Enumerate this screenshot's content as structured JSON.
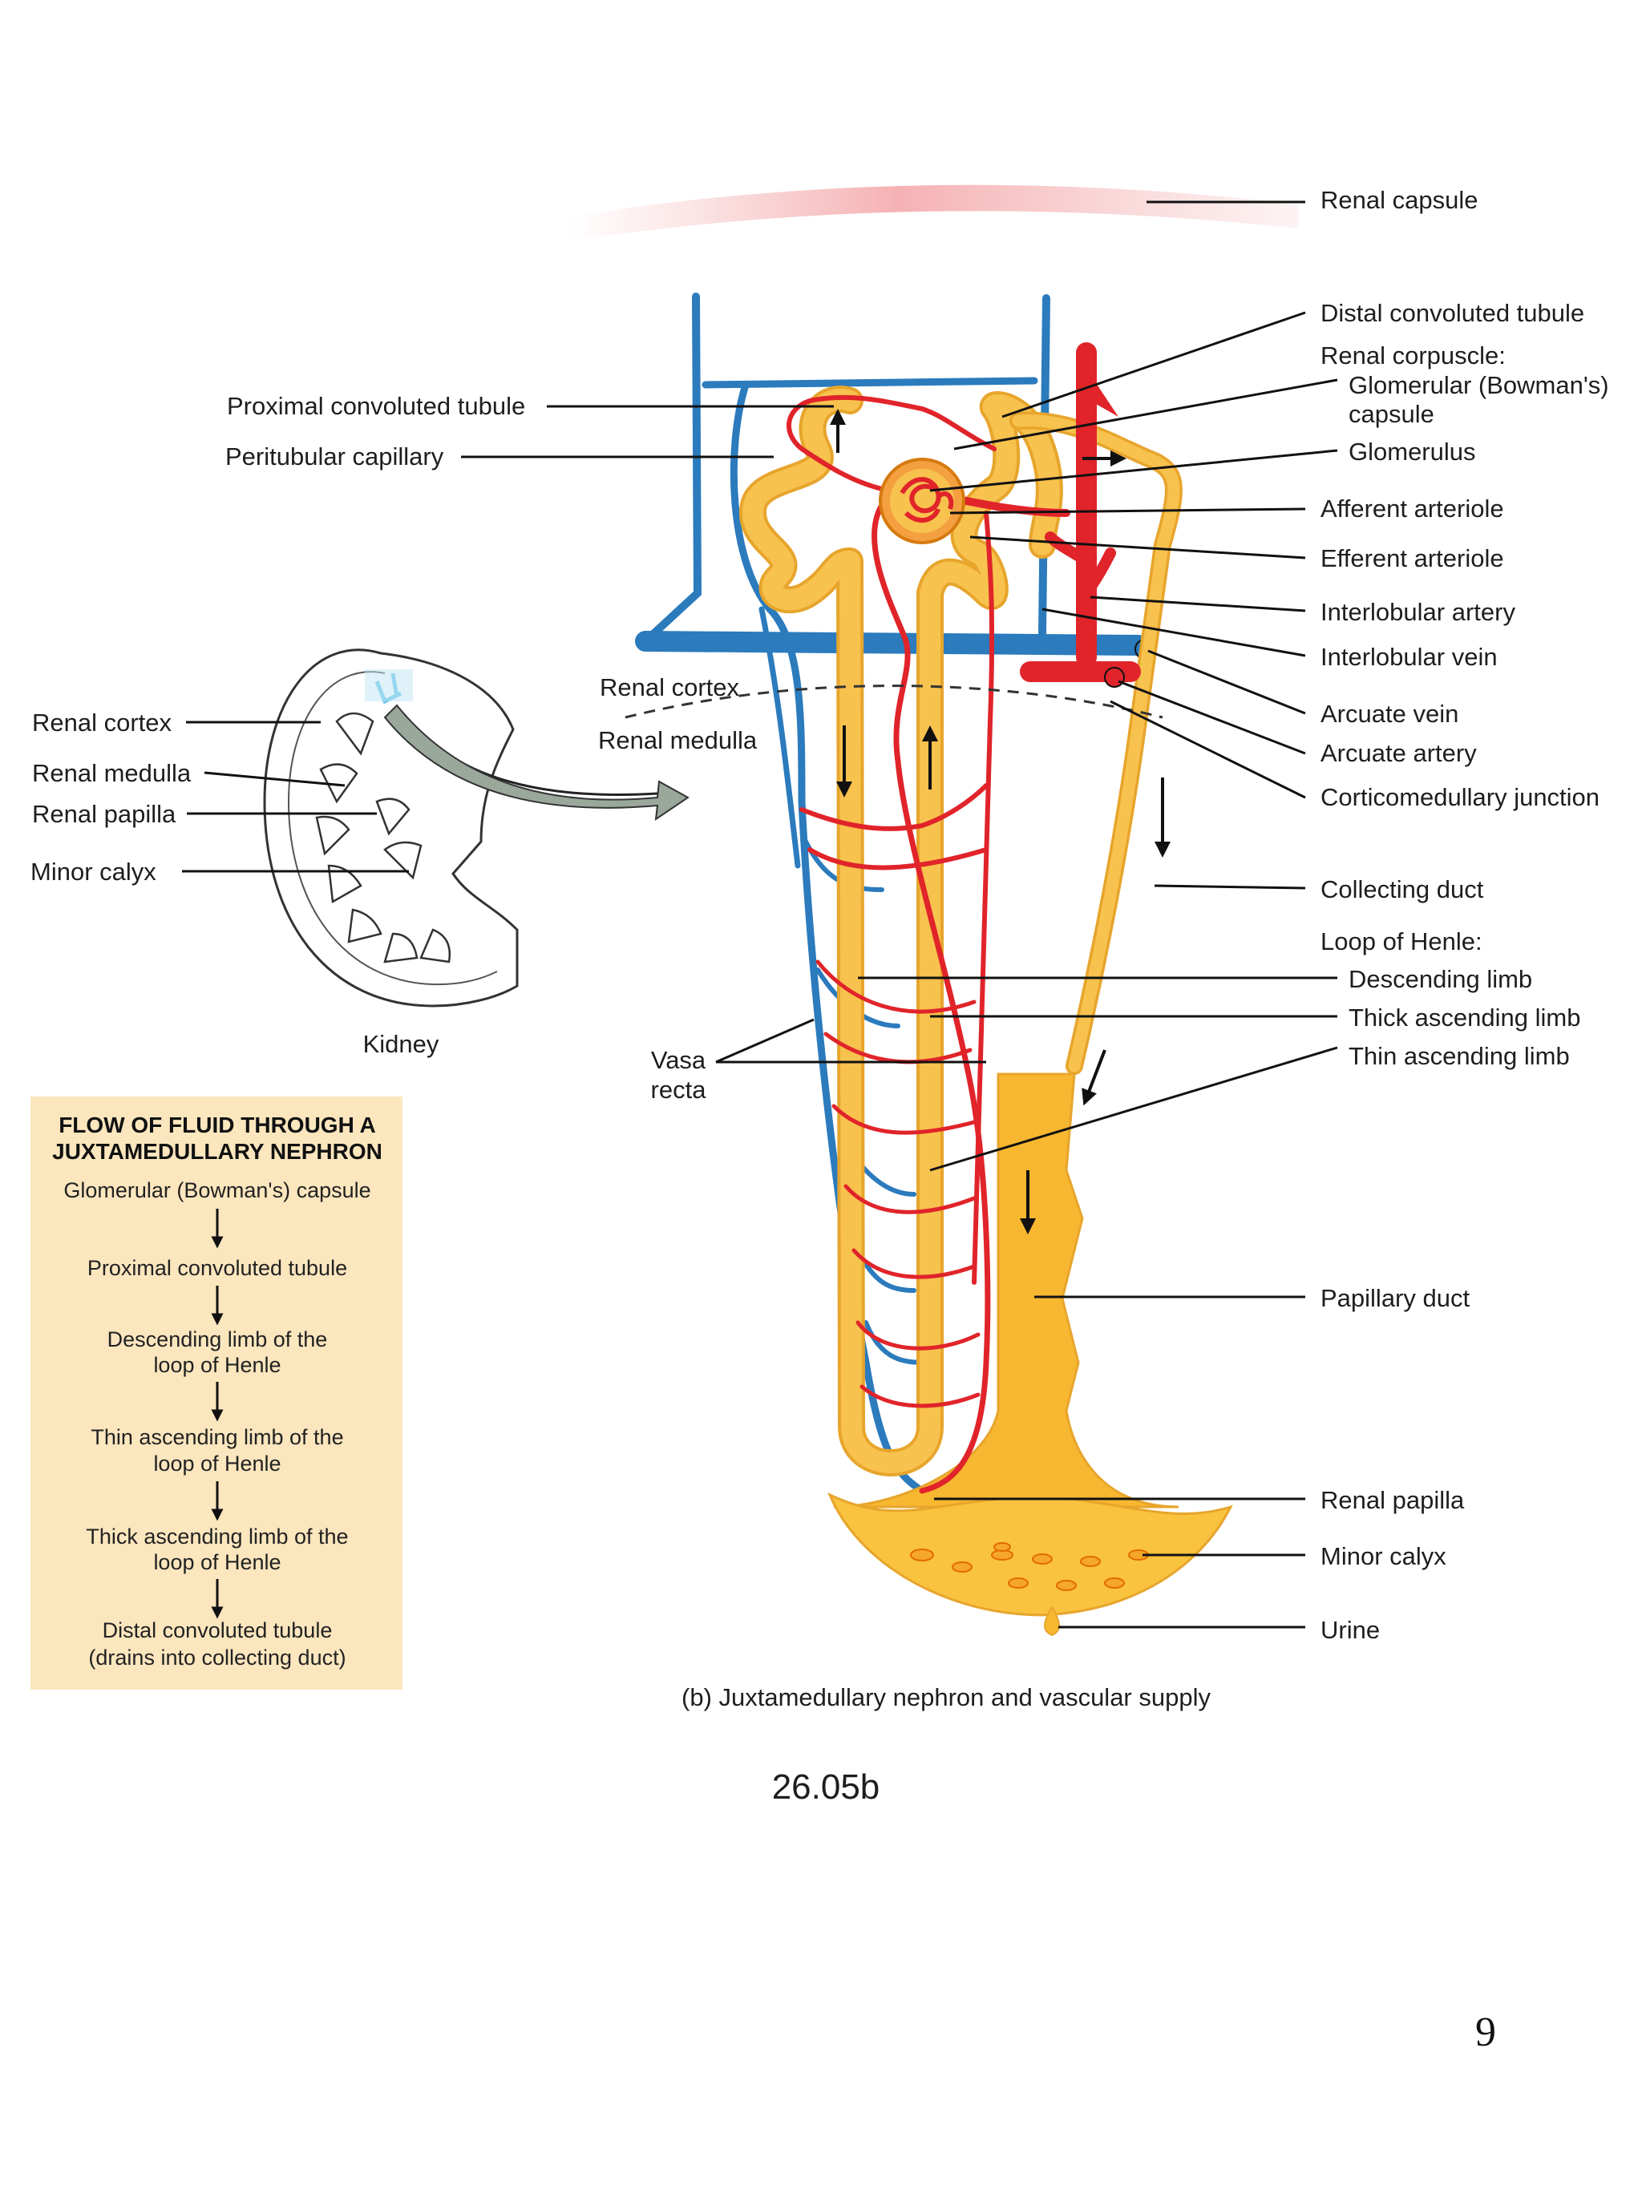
{
  "right_labels": {
    "renal_capsule": "Renal capsule",
    "distal_convoluted_tubule": "Distal convoluted tubule",
    "renal_corpuscle": "Renal corpuscle:",
    "glomerular_capsule_1": "Glomerular (Bowman's)",
    "glomerular_capsule_2": "capsule",
    "glomerulus": "Glomerulus",
    "afferent_arteriole": "Afferent arteriole",
    "efferent_arteriole": "Efferent arteriole",
    "interlobular_artery": "Interlobular artery",
    "interlobular_vein": "Interlobular vein",
    "arcuate_vein": "Arcuate vein",
    "arcuate_artery": "Arcuate artery",
    "corticomedullary_junction": "Corticomedullary junction",
    "collecting_duct": "Collecting duct",
    "loop_of_henle": "Loop of Henle:",
    "descending_limb": "Descending limb",
    "thick_ascending_limb": "Thick ascending limb",
    "thin_ascending_limb": "Thin ascending limb",
    "papillary_duct": "Papillary duct",
    "renal_papilla": "Renal papilla",
    "minor_calyx": "Minor calyx",
    "urine": "Urine"
  },
  "left_labels": {
    "proximal_convoluted_tubule": "Proximal convoluted tubule",
    "peritubular_capillary": "Peritubular capillary",
    "renal_cortex": "Renal cortex",
    "renal_medulla": "Renal medulla",
    "renal_papilla": "Renal papilla",
    "minor_calyx": "Minor calyx",
    "kidney": "Kidney"
  },
  "middle_labels": {
    "renal_cortex": "Renal cortex",
    "renal_medulla": "Renal medulla",
    "vasa_1": "Vasa",
    "vasa_2": "recta"
  },
  "flow_box": {
    "title_1": "FLOW OF FLUID THROUGH A",
    "title_2": "JUXTAMEDULLARY NEPHRON",
    "steps": [
      [
        "Glomerular (Bowman's) capsule"
      ],
      [
        "Proximal convoluted tubule"
      ],
      [
        "Descending limb of the",
        "loop of Henle"
      ],
      [
        "Thin ascending limb of the",
        "loop of Henle"
      ],
      [
        "Thick ascending limb of the",
        "loop of Henle"
      ],
      [
        "Distal convoluted tubule",
        "(drains into collecting duct)"
      ]
    ]
  },
  "caption": "(b) Juxtamedullary nephron and vascular supply",
  "figure_number": "26.05b",
  "page_number": "9",
  "colors": {
    "tubule": "#f8c24e",
    "tubule_edge": "#e7a52c",
    "artery": "#e0242a",
    "vein": "#2b7bbd",
    "flow_box_bg": "#fbe6be",
    "capsule": "#f4b5b6"
  }
}
